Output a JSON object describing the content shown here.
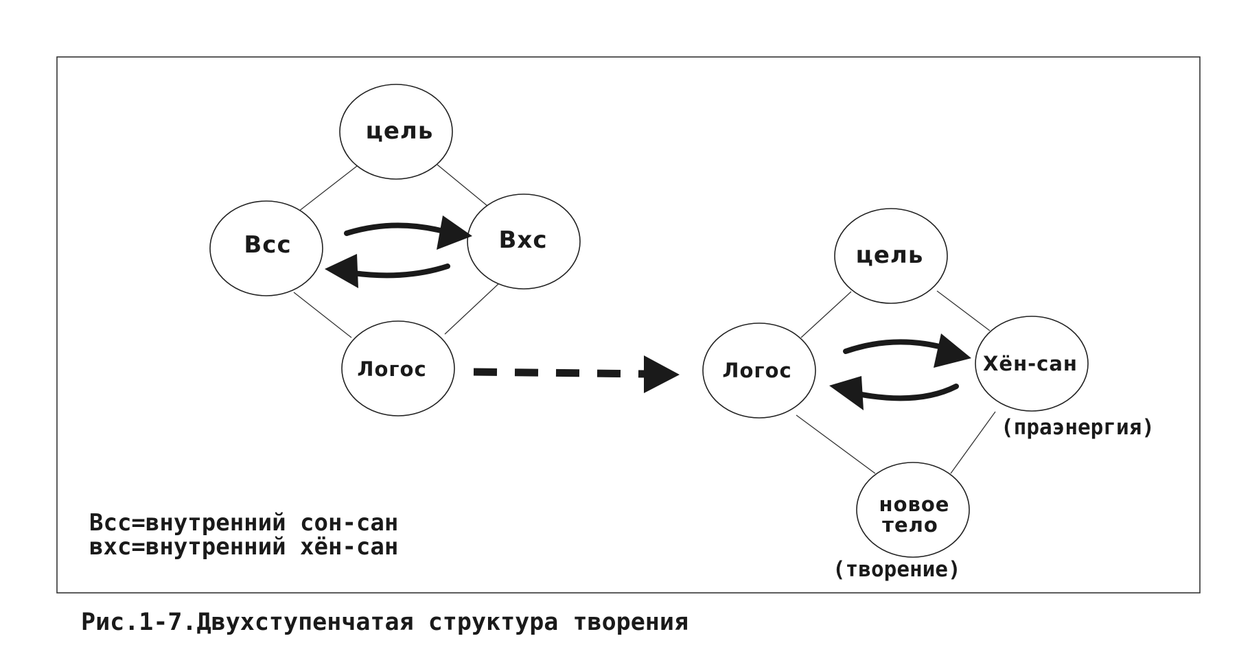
{
  "left_diagram": {
    "top_node": "цель",
    "left_node": "Всс",
    "right_node": "Вхс",
    "bottom_node": "Логос"
  },
  "right_diagram": {
    "top_node": "цель",
    "left_node": "Логос",
    "right_node": "Хён-сан",
    "right_note": "(праэнергия)",
    "bottom_node_line1": "новое",
    "bottom_node_line2": "тело",
    "bottom_note": "(творение)"
  },
  "legend": {
    "line1": "Всс=внутренний сон-сан",
    "line2": "вхс=внутренний хён-сан"
  },
  "caption": "Рис.1-7.Двухступенчатая структура творения"
}
